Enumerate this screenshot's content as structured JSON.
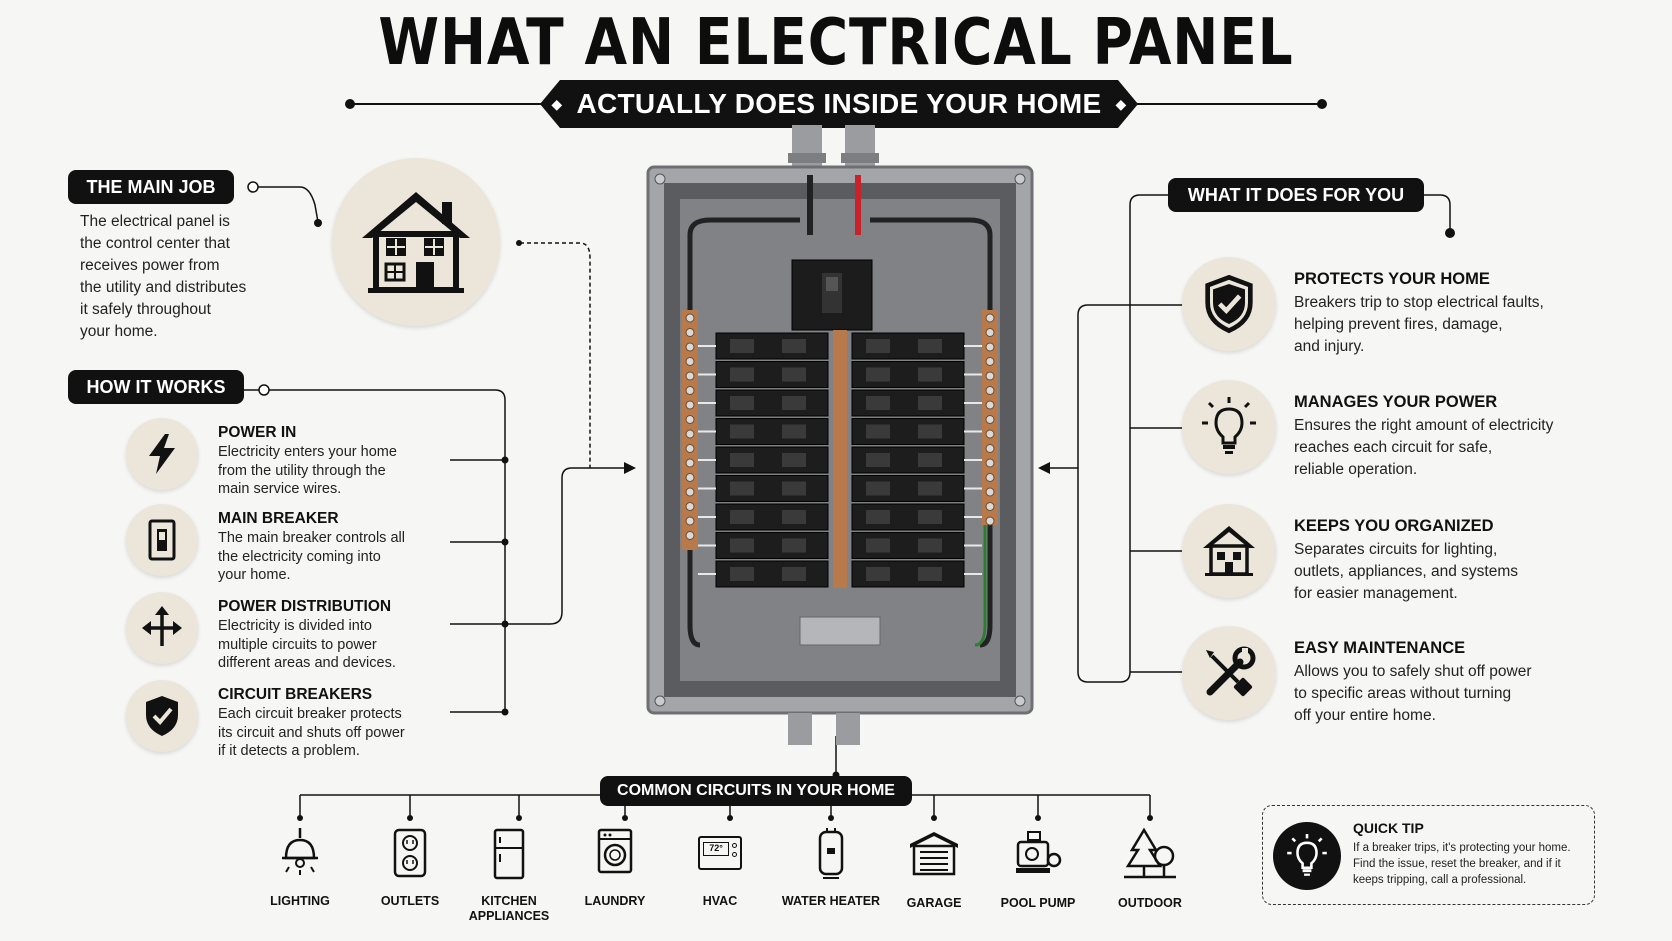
{
  "title": "WHAT AN ELECTRICAL PANEL",
  "subtitle": "ACTUALLY DOES INSIDE YOUR HOME",
  "main_job": {
    "heading": "THE MAIN JOB",
    "text_lines": [
      "The electrical panel is",
      "the control center that",
      "receives power from",
      "the utility and distributes",
      "it safely throughout",
      "your home."
    ]
  },
  "how_it_works": {
    "heading": "HOW IT WORKS",
    "items": [
      {
        "title": "POWER IN",
        "icon": "lightning-icon",
        "lines": [
          "Electricity enters your home",
          "from the utility through the",
          "main service wires."
        ]
      },
      {
        "title": "MAIN BREAKER",
        "icon": "breaker-switch-icon",
        "lines": [
          "The main breaker controls all",
          "the electricity coming into",
          "your home."
        ]
      },
      {
        "title": "POWER DISTRIBUTION",
        "icon": "split-arrows-icon",
        "lines": [
          "Electricity is divided into",
          "multiple circuits to power",
          "different areas and devices."
        ]
      },
      {
        "title": "CIRCUIT BREAKERS",
        "icon": "shield-check-icon",
        "lines": [
          "Each circuit breaker protects",
          "its circuit and shuts off power",
          "if it detects a problem."
        ]
      }
    ]
  },
  "what_it_does": {
    "heading": "WHAT IT DOES FOR YOU",
    "items": [
      {
        "title": "PROTECTS YOUR HOME",
        "icon": "shield-check-icon",
        "lines": [
          "Breakers trip to stop electrical faults,",
          "helping prevent fires, damage,",
          "and injury."
        ]
      },
      {
        "title": "MANAGES YOUR POWER",
        "icon": "lightbulb-icon",
        "lines": [
          "Ensures the right amount of electricity",
          "reaches each circuit for safe,",
          "reliable operation."
        ]
      },
      {
        "title": "KEEPS YOU ORGANIZED",
        "icon": "house-icon",
        "lines": [
          "Separates circuits for lighting,",
          "outlets, appliances, and systems",
          "for easier management."
        ]
      },
      {
        "title": "EASY MAINTENANCE",
        "icon": "wrench-screwdriver-icon",
        "lines": [
          "Allows you to safely shut off power",
          "to specific areas without turning",
          "off your entire home."
        ]
      }
    ]
  },
  "common_circuits": {
    "heading": "COMMON CIRCUITS IN YOUR HOME",
    "items": [
      {
        "label": "LIGHTING",
        "icon": "ceiling-lamp-icon"
      },
      {
        "label": "OUTLETS",
        "icon": "outlet-icon"
      },
      {
        "label": "KITCHEN APPLIANCES",
        "icon": "refrigerator-icon"
      },
      {
        "label": "LAUNDRY",
        "icon": "washing-machine-icon"
      },
      {
        "label": "HVAC",
        "icon": "thermostat-icon",
        "readout": "72°"
      },
      {
        "label": "WATER HEATER",
        "icon": "water-heater-icon"
      },
      {
        "label": "GARAGE",
        "icon": "garage-icon"
      },
      {
        "label": "POOL PUMP",
        "icon": "pool-pump-icon"
      },
      {
        "label": "OUTDOOR",
        "icon": "trees-icon"
      }
    ]
  },
  "quick_tip": {
    "heading": "QUICK TIP",
    "lines": [
      "If a breaker trips, it's protecting your home.",
      "Find the issue, reset the breaker, and if it",
      "keeps tripping, call a professional."
    ]
  },
  "colors": {
    "ink": "#111111",
    "icon_bg": "#ece6da",
    "page_bg": "#f6f6f4",
    "copper": "#b87a4b",
    "panel_steel": "#8a8c90"
  }
}
